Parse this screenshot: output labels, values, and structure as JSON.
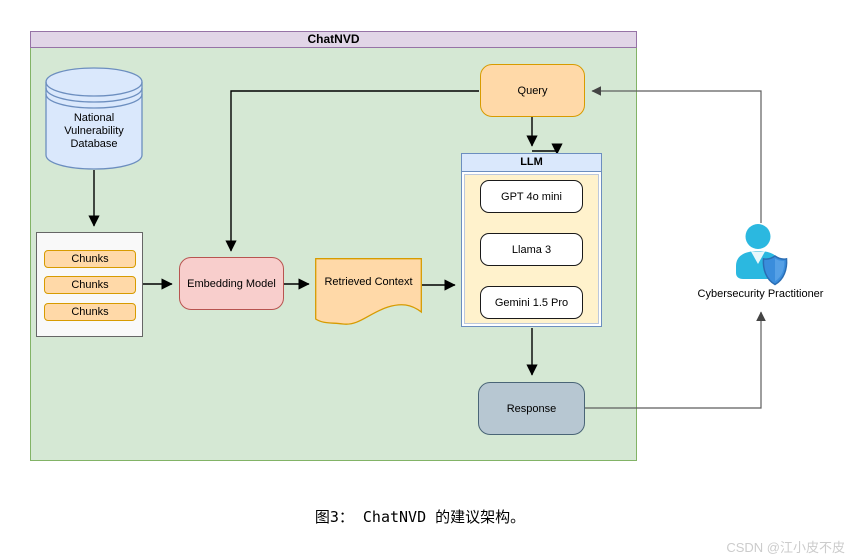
{
  "colors": {
    "header-fill": "#e1d5e7",
    "header-border": "#9673a6",
    "body-fill": "#d5e8d4",
    "body-border": "#82b366",
    "blue-fill": "#dae8fc",
    "blue-border": "#6c8ebf",
    "orange-fill": "#ffd9a8",
    "orange-border": "#d79b00",
    "pink-fill": "#f8cecc",
    "pink-border": "#b85450",
    "yellow-fill": "#fff2cc",
    "yellow-border": "#bcc8dd",
    "panel-fill": "#f9f9f9",
    "panel-border": "#666666",
    "response-fill": "#b7c7d2",
    "response-border": "#4a6577",
    "line": "#000000",
    "line-gray": "#5e5e5e",
    "person": "#2bb8e0",
    "shield": "#3a8ddc",
    "watermark": "#cccccc"
  },
  "diagram": {
    "title": "ChatNVD",
    "nodes": {
      "nvd": "National Vulnerability Database",
      "chunks": [
        "Chunks",
        "Chunks",
        "Chunks"
      ],
      "embedding": "Embedding Model",
      "retrieved": "Retrieved Context",
      "query": "Query",
      "llm_title": "LLM",
      "models": [
        "GPT 4o mini",
        "Llama 3",
        "Gemini 1.5 Pro"
      ],
      "response": "Response",
      "practitioner": "Cybersecurity Practitioner"
    }
  },
  "caption": "图3： ChatNVD 的建议架构。",
  "watermark": "CSDN @江小皮不皮"
}
